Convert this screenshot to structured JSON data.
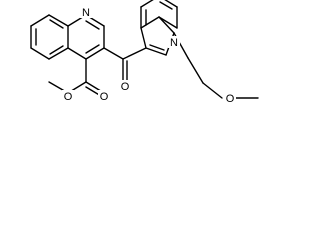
{
  "structure": {
    "atoms": {
      "quinoline_n": "N",
      "carbonyl_o": "O",
      "ester_carbonyl_o": "O",
      "ester_o": "O",
      "indole_n": "N",
      "ether_o": "O"
    }
  },
  "colors": {
    "bond": "#000000",
    "background": "#ffffff"
  }
}
